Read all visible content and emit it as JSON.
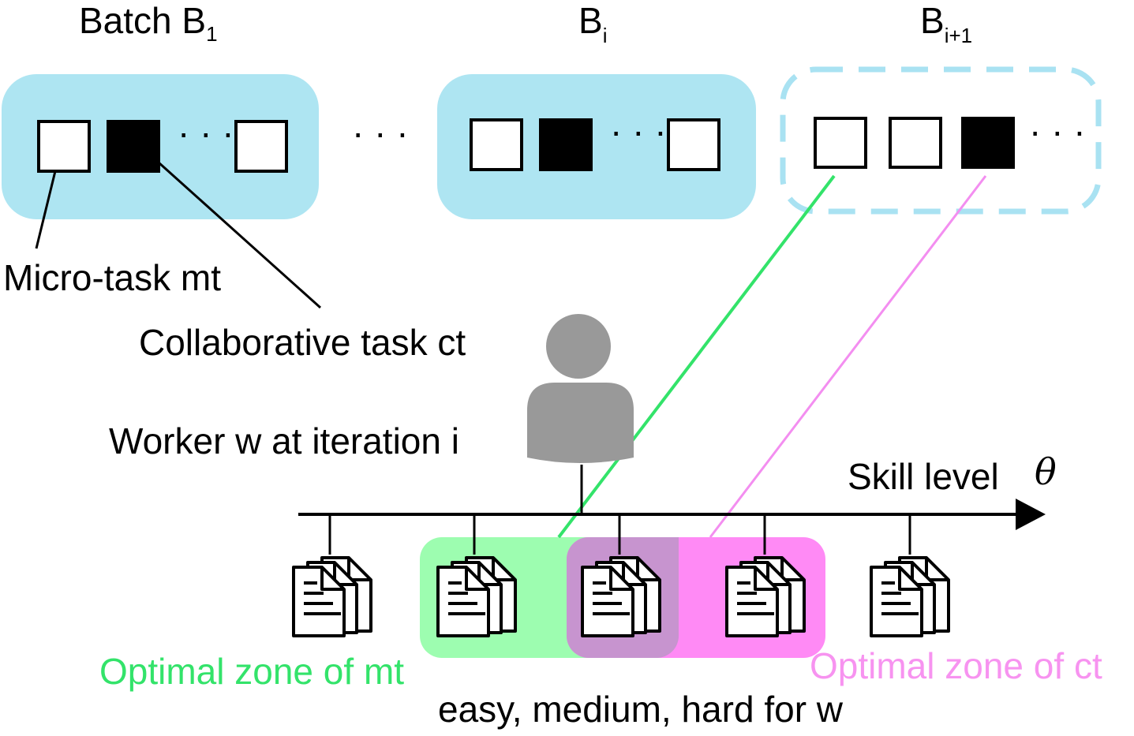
{
  "batches": {
    "first": {
      "label": "Batch B",
      "subscript": "1"
    },
    "current": {
      "label": "B",
      "subscript": "i"
    },
    "next": {
      "label": "B",
      "subscript": "i+1"
    }
  },
  "ellipsis": "· · ·",
  "labels": {
    "micro_task": "Micro-task mt",
    "collab_task": "Collaborative task ct",
    "worker": "Worker w at iteration i",
    "skill_level": "Skill level",
    "theta": "θ",
    "optimal_mt": "Optimal zone of mt",
    "optimal_ct": "Optimal zone of ct",
    "difficulty": "easy,  medium,  hard for w"
  },
  "colors": {
    "batch_fill": "#aee5f2",
    "batch_dashed": "#a9e2f2",
    "mt_zone": "#9dfdb0",
    "ct_zone": "#ff8af5",
    "overlap_zone": "#c794cf",
    "mt_text": "#33e36a",
    "ct_text": "#f793f0",
    "mt_line": "#33e36a",
    "ct_line": "#f38ef0",
    "worker": "#999999"
  },
  "icons": [
    "person-icon",
    "document-stack-icon"
  ]
}
